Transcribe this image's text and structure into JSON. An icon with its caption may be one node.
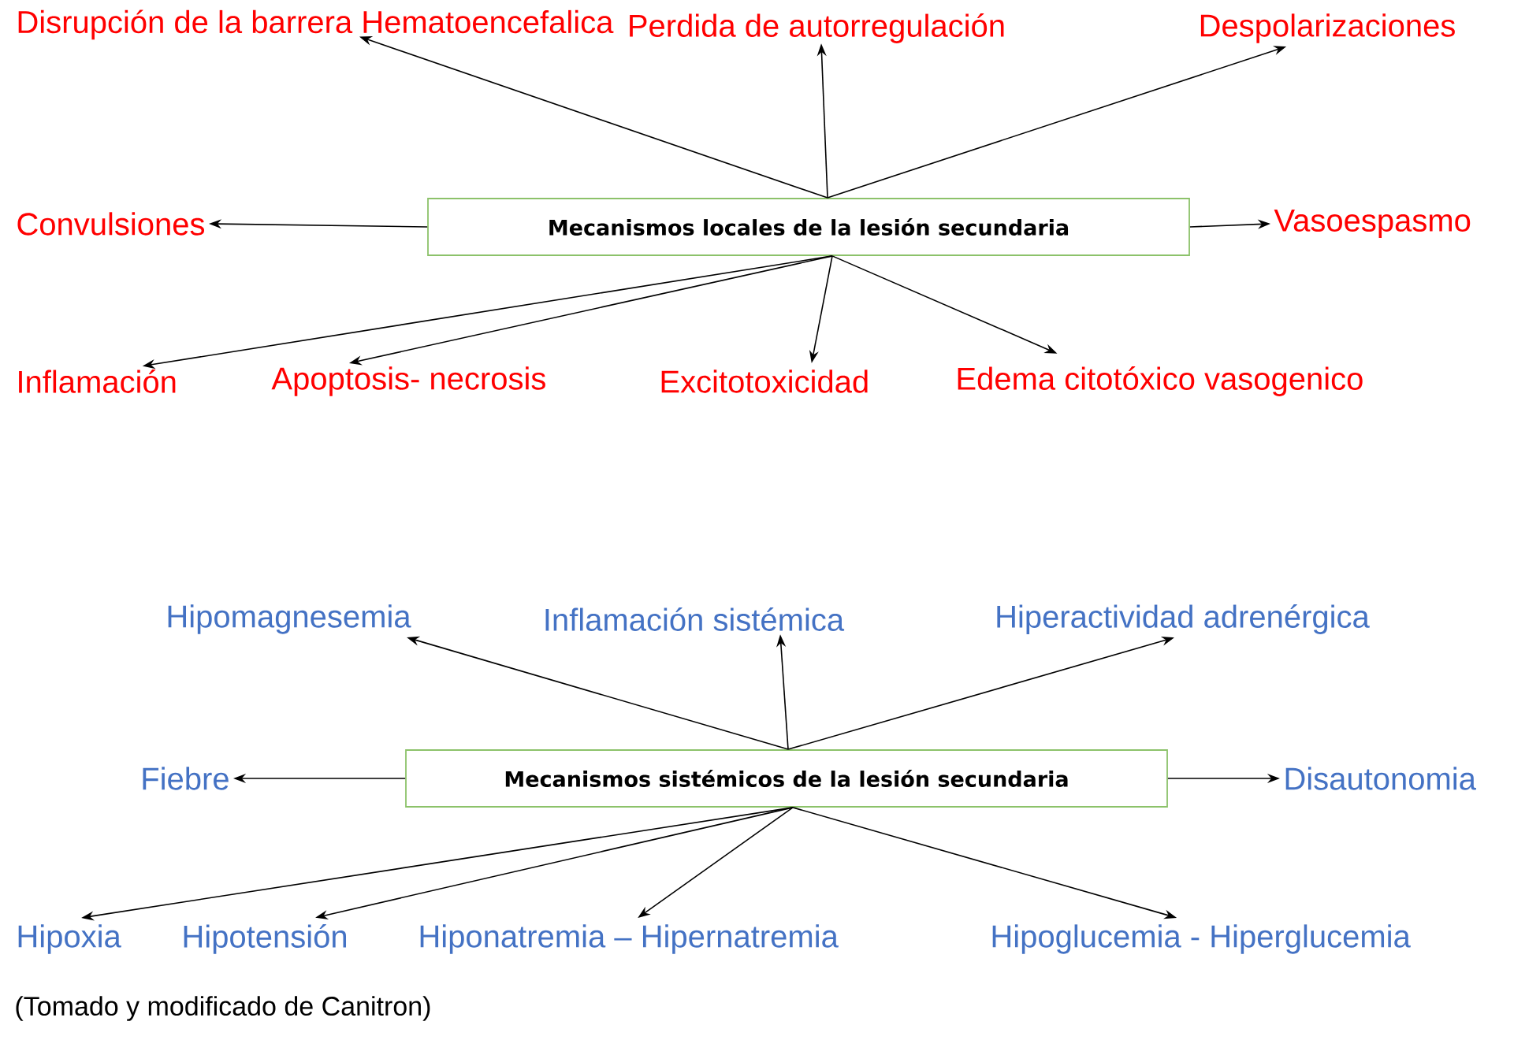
{
  "diagram": {
    "caption": "(Tomado y modificado de Canitron)",
    "nodes": [
      {
        "text": [
          "Mecanismos locales de la lesión secundaria"
        ]
      },
      {
        "text": [
          "Disrupción de la barrera Hematoencefalica"
        ]
      },
      {
        "text": [
          "Perdida de autorregulación"
        ]
      },
      {
        "text": [
          "Despolarizaciones"
        ]
      },
      {
        "text": [
          "Convulsiones"
        ]
      },
      {
        "text": [
          "Vasoespasmo"
        ]
      },
      {
        "text": [
          "Inflamación"
        ]
      },
      {
        "text": [
          "Apoptosis- necrosis"
        ]
      },
      {
        "text": [
          "Excitotoxicidad"
        ]
      },
      {
        "text": [
          "Edema citotóxico vasogenico"
        ]
      },
      {
        "text": [
          "Mecanismos sistémicos de la lesión secundaria"
        ]
      },
      {
        "text": [
          "Hipomagnesemia"
        ]
      },
      {
        "text": [
          "Inflamación sistémica"
        ]
      },
      {
        "text": [
          "Hiperactividad adrenérgica"
        ]
      },
      {
        "text": [
          "Fiebre"
        ]
      },
      {
        "text": [
          "Disautonomia"
        ]
      },
      {
        "text": [
          "Hipoxia"
        ]
      },
      {
        "text": [
          "Hipotensión"
        ]
      },
      {
        "text": [
          "Hiponatremia – Hipernatremia"
        ]
      },
      {
        "text": [
          "Hipoglucemia - Hiperglucemia"
        ]
      }
    ],
    "edges": [
      {
        "from": 0,
        "to": 1,
        "arrow": "to"
      },
      {
        "from": 0,
        "to": 2,
        "arrow": "to"
      },
      {
        "from": 0,
        "to": 3,
        "arrow": "to"
      },
      {
        "from": 0,
        "to": 4,
        "arrow": "to"
      },
      {
        "from": 0,
        "to": 5,
        "arrow": "to"
      },
      {
        "from": 0,
        "to": 6,
        "arrow": "to"
      },
      {
        "from": 0,
        "to": 7,
        "arrow": "to"
      },
      {
        "from": 0,
        "to": 8,
        "arrow": "to"
      },
      {
        "from": 0,
        "to": 9,
        "arrow": "to"
      },
      {
        "from": 10,
        "to": 11,
        "arrow": "to"
      },
      {
        "from": 10,
        "to": 12,
        "arrow": "to"
      },
      {
        "from": 10,
        "to": 13,
        "arrow": "to"
      },
      {
        "from": 10,
        "to": 14,
        "arrow": "to"
      },
      {
        "from": 10,
        "to": 15,
        "arrow": "to"
      },
      {
        "from": 10,
        "to": 16,
        "arrow": "to"
      },
      {
        "from": 10,
        "to": 17,
        "arrow": "to"
      },
      {
        "from": 10,
        "to": 18,
        "arrow": "to"
      },
      {
        "from": 10,
        "to": 19,
        "arrow": "to"
      }
    ]
  }
}
